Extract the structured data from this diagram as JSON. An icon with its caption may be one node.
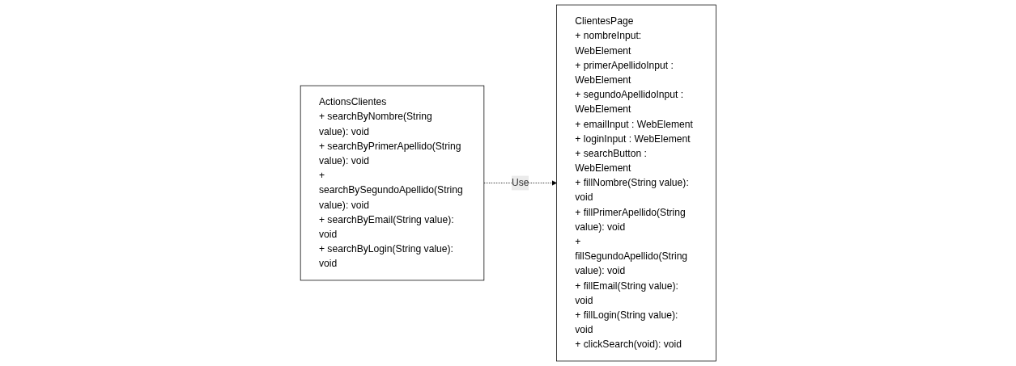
{
  "diagram": {
    "nodes": [
      {
        "text": [
          "ActionsClientes",
          "+ searchByNombre(String value): void",
          "+ searchByPrimerApellido(String value): void",
          "+ searchBySegundoApellido(String value): void",
          "+ searchByEmail(String value): void",
          "+ searchByLogin(String value): void"
        ]
      },
      {
        "text": [
          "ClientesPage",
          "+ nombreInput: WebElement",
          "+ primerApellidoInput : WebElement",
          "+ segundoApellidoInput : WebElement",
          "+ emailInput : WebElement",
          "+ loginInput : WebElement",
          "+ searchButton : WebElement",
          "+ fillNombre(String value): void",
          "+ fillPrimerApellido(String value): void",
          "+ fillSegundoApellido(String value): void",
          "+ fillEmail(String value): void",
          "+ fillLogin(String value): void",
          "+ clickSearch(void): void"
        ]
      }
    ],
    "edges": [
      {
        "from": 0,
        "to": 1,
        "arrow": "to",
        "label": "Use",
        "style": "dashed"
      }
    ]
  }
}
